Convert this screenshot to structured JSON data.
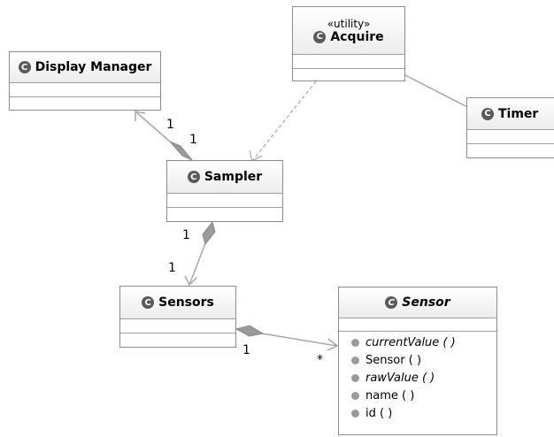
{
  "classes": {
    "acquire": {
      "stereotype": "«utility»",
      "icon": "class-icon",
      "icon_glyph": "C",
      "name": "Acquire"
    },
    "display_manager": {
      "icon": "class-icon",
      "icon_glyph": "C",
      "name": "Display Manager"
    },
    "timer": {
      "icon": "class-icon",
      "icon_glyph": "C",
      "name": "Timer"
    },
    "sampler": {
      "icon": "class-icon",
      "icon_glyph": "C",
      "name": "Sampler"
    },
    "sensors": {
      "icon": "class-icon",
      "icon_glyph": "C",
      "name": "Sensors"
    },
    "sensor": {
      "icon": "class-icon",
      "icon_glyph": "C",
      "name": "Sensor",
      "abstract": true,
      "operations": [
        {
          "label": "currentValue ( )",
          "abstract": true
        },
        {
          "label": "Sensor ( )",
          "abstract": false
        },
        {
          "label": "rawValue ( )",
          "abstract": true
        },
        {
          "label": "name ( )",
          "abstract": false
        },
        {
          "label": "id ( )",
          "abstract": false
        }
      ]
    }
  },
  "multiplicities": {
    "dm_end": "1",
    "sampler_top_end": "1",
    "sampler_bottom_end": "1",
    "sensors_top_end": "1",
    "sensors_right_end": "1",
    "sensor_left_end": "*"
  },
  "colors": {
    "border": "#8c8c8c",
    "line": "#a8a8a8",
    "diamond": "#9a9a9a",
    "icon": "#5a5a5a"
  }
}
